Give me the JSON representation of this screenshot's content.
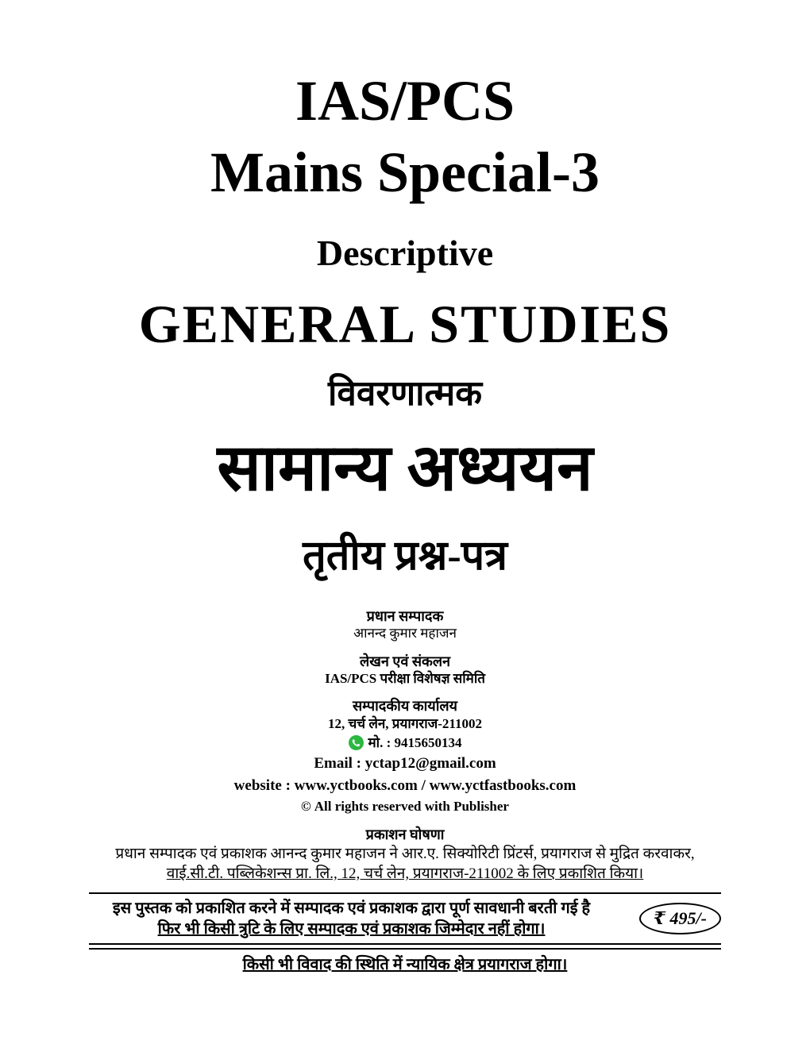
{
  "title": {
    "series": "IAS/PCS",
    "edition": "Mains Special-3",
    "descriptive_en": "Descriptive",
    "subject_en": "GENERAL STUDIES",
    "descriptive_hi": "विवरणात्मक",
    "subject_hi": "सामान्य अध्ययन",
    "paper_hi": "तृतीय प्रश्न-पत्र"
  },
  "credits": {
    "chief_editor_heading": "प्रधान सम्पादक",
    "chief_editor_name": "आनन्द कुमार महाजन",
    "writing_heading": "लेखन एवं संकलन",
    "writing_committee": "IAS/PCS परीक्षा विशेषज्ञ समिति",
    "office_heading": "सम्पादकीय कार्यालय",
    "office_address": "12, चर्च लेन, प्रयागराज-211002",
    "mobile": "मो. : 9415650134",
    "email": "Email : yctap12@gmail.com",
    "website": "website : www.yctbooks.com / www.yctfastbooks.com",
    "copyright_symbol": "©",
    "rights": "All rights reserved with Publisher"
  },
  "declaration": {
    "heading": "प्रकाशन घोषणा",
    "line1": "प्रधान सम्पादक एवं प्रकाशक आनन्द कुमार महाजन ने आर.ए. सिक्योरिटी प्रिंटर्स, प्रयागराज से मुद्रित करवाकर,",
    "line2": "वाई.सी.टी. पब्लिकेशन्स प्रा. लि., 12, चर्च लेन, प्रयागराज-211002 के लिए प्रकाशित किया।",
    "line3": "इस पुस्तक को प्रकाशित करने में सम्पादक एवं प्रकाशक द्वारा पूर्ण सावधानी बरती गई है",
    "line4": "फिर भी किसी त्रुटि के लिए सम्पादक एवं प्रकाशक जिम्मेदार नहीं होगा।",
    "line5": "किसी भी विवाद की स्थिति में न्यायिक क्षेत्र प्रयागराज होगा।"
  },
  "price": "₹ 495/-",
  "colors": {
    "whatsapp_green": "#2BB741",
    "text": "#000000",
    "background": "#FFFFFF"
  }
}
